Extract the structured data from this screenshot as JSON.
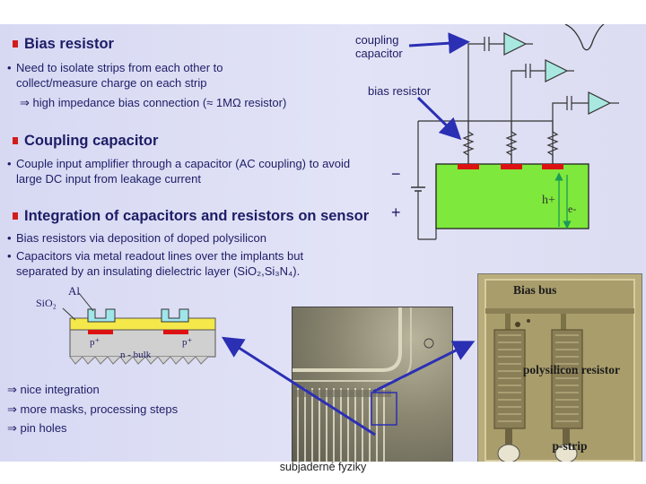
{
  "sections": {
    "bias": {
      "title": "Bias resistor",
      "bullet1": "Need to isolate strips from each other to collect/measure charge on each strip",
      "sub1": "⇒ high impedance bias connection (≈ 1MΩ resistor)"
    },
    "coupling": {
      "title": "Coupling capacitor",
      "bullet1": "Couple input amplifier through a capacitor (AC coupling) to avoid large DC input from leakage current"
    },
    "integration": {
      "title": "Integration of capacitors and resistors on sensor",
      "bullet1": "Bias resistors via deposition of doped polysilicon",
      "bullet2": "Capacitors via metal readout lines over the implants but separated by an insulating dielectric layer (SiO₂,Si₃N₄)."
    }
  },
  "circuit": {
    "coupling_label": "coupling capacitor",
    "bias_label": "bias resistor",
    "minus": "−",
    "plus": "+",
    "hole": "h+",
    "electron": "e-"
  },
  "cross_section": {
    "al": "Al",
    "sio2": "SiO₂",
    "p_left": "p⁺",
    "p_right": "p⁺",
    "bulk": "n - bulk"
  },
  "results": [
    "⇒ nice integration",
    "⇒ more masks, processing steps",
    "⇒ pin holes"
  ],
  "closeup": {
    "bias_bus": "Bias bus",
    "resistor": "polysilicon resistor",
    "strip": "p-strip"
  },
  "footer": "subjaderné fyziky",
  "colors": {
    "title": "#1e1c66",
    "bullet_square": "#d21c1c",
    "sensor_fill": "#7ee83c",
    "implant": "#dd1111",
    "oxide": "#f4e84a",
    "arrow": "#2b2fb3",
    "amplifier": "#a8e8e0"
  }
}
